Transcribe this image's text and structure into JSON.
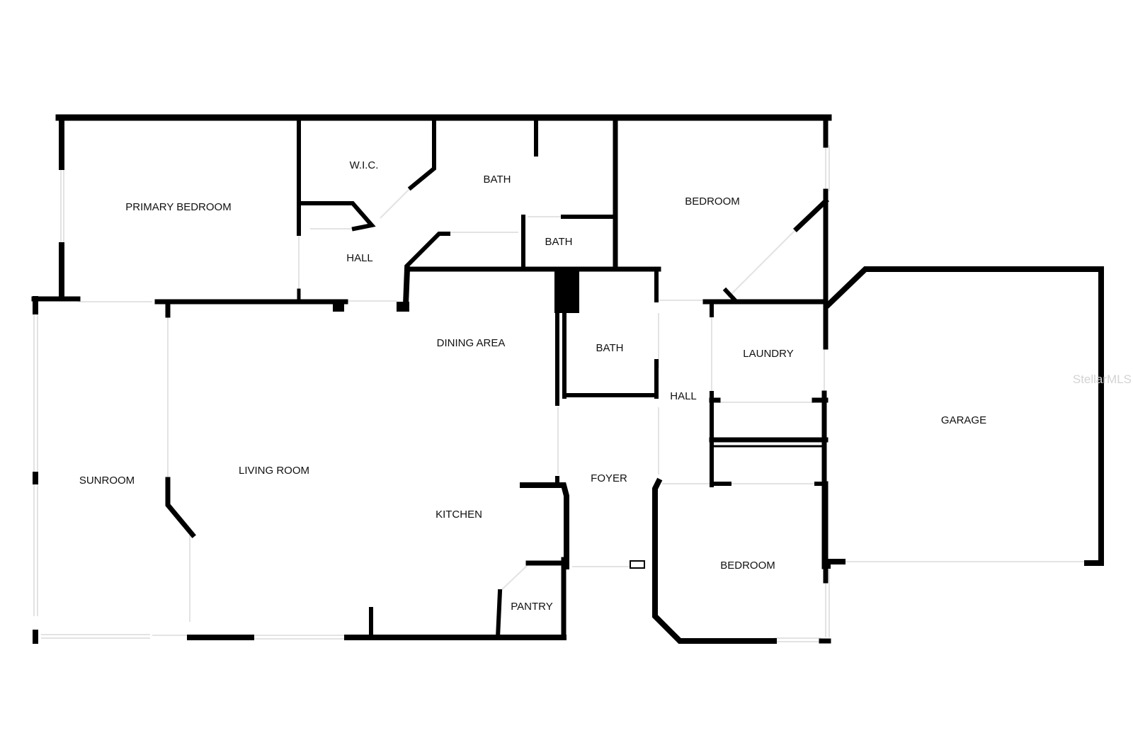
{
  "colors": {
    "wall": "#000000",
    "opening": "#e6e6e6",
    "background": "#ffffff",
    "watermark": "#d3d3d3"
  },
  "rooms": {
    "primary_bedroom": "PRIMARY BEDROOM",
    "wic": "W.I.C.",
    "bath_primary": "BATH",
    "hall_primary": "HALL",
    "bath_small": "BATH",
    "bedroom_ne": "BEDROOM",
    "dining_area": "DINING AREA",
    "bath_center": "BATH",
    "laundry": "LAUNDRY",
    "hall_center": "HALL",
    "garage": "GARAGE",
    "sunroom": "SUNROOM",
    "living_room": "LIVING ROOM",
    "foyer": "FOYER",
    "kitchen": "KITCHEN",
    "bedroom_se": "BEDROOM",
    "pantry": "PANTRY"
  },
  "watermark": "StellarMLS"
}
